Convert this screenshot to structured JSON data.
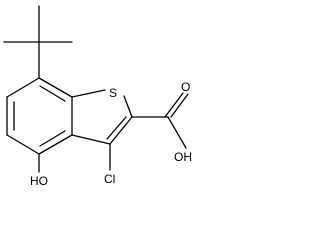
{
  "molecule": {
    "labels": {
      "sulfur": "S",
      "acid_oh": "OH",
      "carbonyl_o": "O",
      "chloro": "Cl",
      "phenol_oh": "HO"
    }
  }
}
